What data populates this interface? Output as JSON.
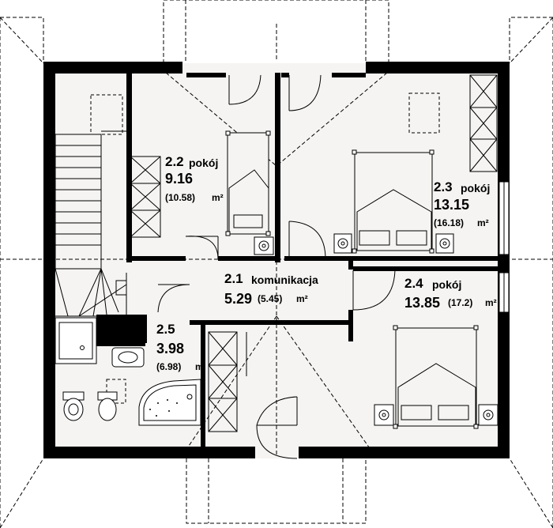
{
  "rooms": {
    "r21": {
      "number": "2.1",
      "name": "komunikacja",
      "area": "5.29",
      "area_gross": "(5.45)",
      "unit": "m²"
    },
    "r22": {
      "number": "2.2",
      "name": "pokój",
      "area": "9.16",
      "area_gross": "(10.58)",
      "unit": "m²"
    },
    "r23": {
      "number": "2.3",
      "name": "pokój",
      "area": "13.15",
      "area_gross": "(16.18)",
      "unit": "m²"
    },
    "r24": {
      "number": "2.4",
      "name": "pokój",
      "area": "13.85",
      "area_gross": "(17.2)",
      "unit": "m²"
    },
    "r25": {
      "number": "2.5",
      "area": "3.98",
      "area_gross": "(6.98)",
      "unit": "m"
    }
  },
  "colors": {
    "wall": "#000000",
    "floor": "#f5f4f2",
    "line": "#000000",
    "window": "#ffffff"
  }
}
